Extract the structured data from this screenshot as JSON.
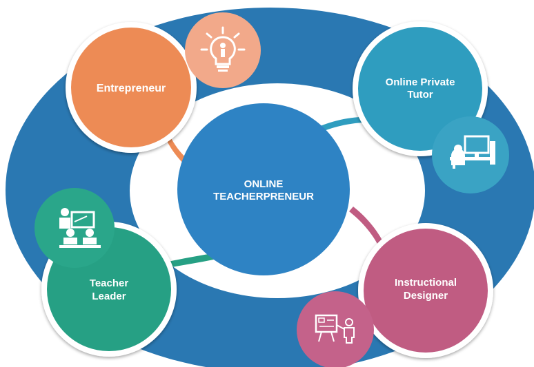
{
  "center": {
    "line1": "ONLINE",
    "line2": "TEACHERPRENEUR"
  },
  "roles": [
    {
      "id": "entrepreneur",
      "lines": [
        "Entrepreneur"
      ],
      "icon": "lightbulb-person-icon"
    },
    {
      "id": "online-private-tutor",
      "lines": [
        "Online Private",
        "Tutor"
      ],
      "icon": "computer-desk-icon"
    },
    {
      "id": "instructional-designer",
      "lines": [
        "Instructional",
        "Designer"
      ],
      "icon": "presenter-board-icon"
    },
    {
      "id": "teacher-leader",
      "lines": [
        "Teacher",
        "Leader"
      ],
      "icon": "teacher-class-icon"
    }
  ],
  "colors": {
    "outer_ring": "#2a78b2",
    "inner_ring": "#ffffff",
    "center": "#2e83c4",
    "entrepreneur": "#ed8b55",
    "entrepreneur_icon": "#f2a98a",
    "tutor": "#2f9dbf",
    "tutor_icon": "#3aa3c4",
    "designer": "#c05c82",
    "designer_icon": "#c4628a",
    "leader": "#26a084",
    "leader_icon": "#2aa68a"
  }
}
